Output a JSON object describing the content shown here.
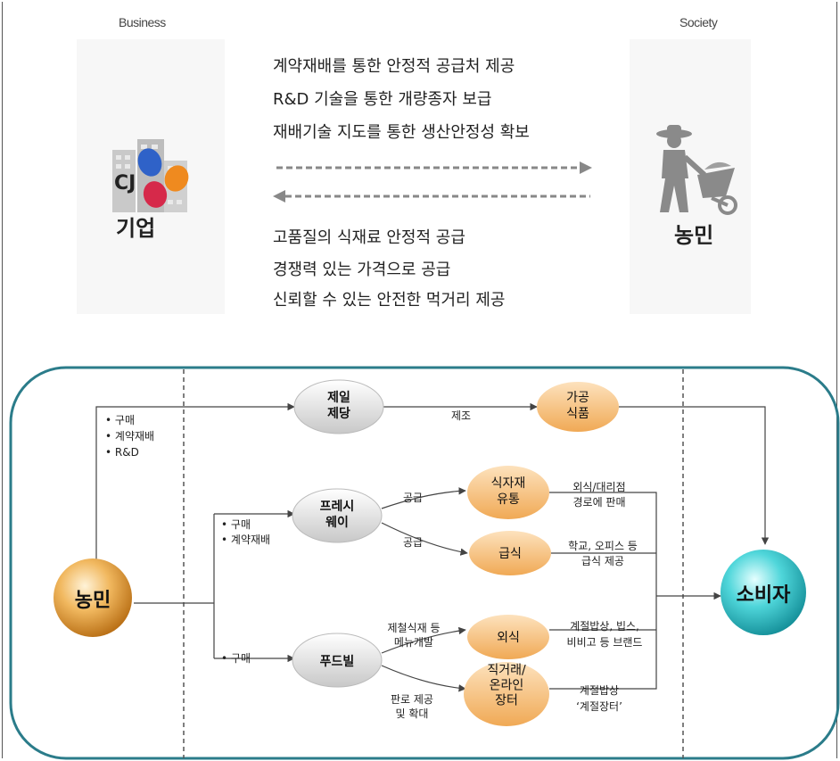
{
  "top": {
    "business_label": "Business",
    "society_label": "Society",
    "company_name": "기업",
    "company_logo_text": "CJ",
    "farmer_name": "농민",
    "benefits_to_farmers": [
      "계약재배를 통한 안정적 공급처 제공",
      "R&D 기술을 통한 개량종자 보급",
      "재배기술 지도를 통한 생산안정성 확보"
    ],
    "benefits_to_company": [
      "고품질의 식재료 안정적 공급",
      "경쟁력 있는 가격으로 공급",
      "신뢰할 수 있는 안전한 먹거리 제공"
    ]
  },
  "flow": {
    "source": "농민",
    "consumer": "소비자",
    "top_branch_tags": [
      "구매",
      "계약재배",
      "R&D"
    ],
    "cheiljedang": "제일\n제당",
    "manufacture_label": "제조",
    "processed_food": "가공\n식품",
    "freshway_tags": [
      "구매",
      "계약재배"
    ],
    "freshway": "프레시\n웨이",
    "supply_label_1": "공급",
    "supply_label_2": "공급",
    "food_distribution": "식자재\n유통",
    "food_distribution_desc": "외식/대리점\n경로에 판매",
    "catering": "급식",
    "catering_desc": "학교, 오피스 등\n급식 제공",
    "foodville_tags": [
      "구매"
    ],
    "foodville": "푸드빌",
    "menu_dev_label": "제철식재 등\n메뉴개발",
    "sales_label": "판로 제공\n및 확대",
    "dining_out": "외식",
    "dining_out_desc": "계절밥상, 빕스,\n비비고 등 브랜드",
    "direct_trade": "직거래/\n온라인\n장터",
    "direct_trade_desc": "계절밥상\n‘계절장터’"
  },
  "colors": {
    "frame_teal": "#2b7c8a",
    "farmer_orb": "#e29a37",
    "consumer_orb": "#2fc3c9",
    "process_node": "#e6e6e6",
    "product_node": "#f5c48a",
    "logo_blue": "#2f62c8",
    "logo_orange": "#ef8a1f",
    "logo_red": "#d6294a"
  }
}
